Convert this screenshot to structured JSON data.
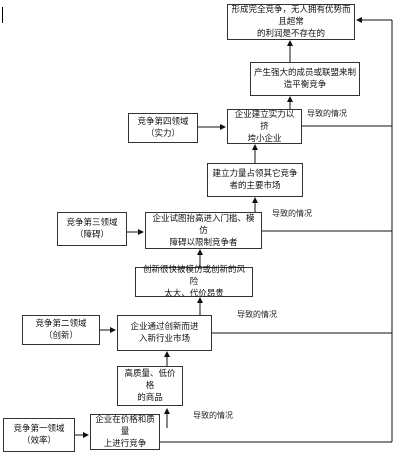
{
  "diagram": {
    "nodes": {
      "top": "形成完全竞争，无人拥有优势而且超常\n的利润是不存在的",
      "n_power": "产生强大的成员或联盟来制\n造平衡竞争",
      "n_ent4": "企业建立实力以挤\n垮小企业",
      "d4": "竞争第四领域\n（实力）",
      "n_ent3b": "建立力量占领其它竞争\n者的主要市场",
      "d3": "竞争第三领域\n（障碍）",
      "n_ent3": "企业试图抬高进入门槛、模仿\n障碍以限制竞争者",
      "n_risk": "创新很快被模仿或创新的风险\n太大、代价昂贵",
      "d2": "竞争第二领域\n（创新）",
      "n_ent2": "企业通过创新而进\n入新行业市场",
      "n_qual": "高质量、低价格\n的商品",
      "d1": "竞争第一领域\n（效率）",
      "n_ent1": "企业在价格和质量\n上进行竞争"
    },
    "labels": {
      "l4": "导致的情况",
      "l3": "导致的情况",
      "l2": "导致的情况",
      "l1": "导致的情况"
    }
  }
}
